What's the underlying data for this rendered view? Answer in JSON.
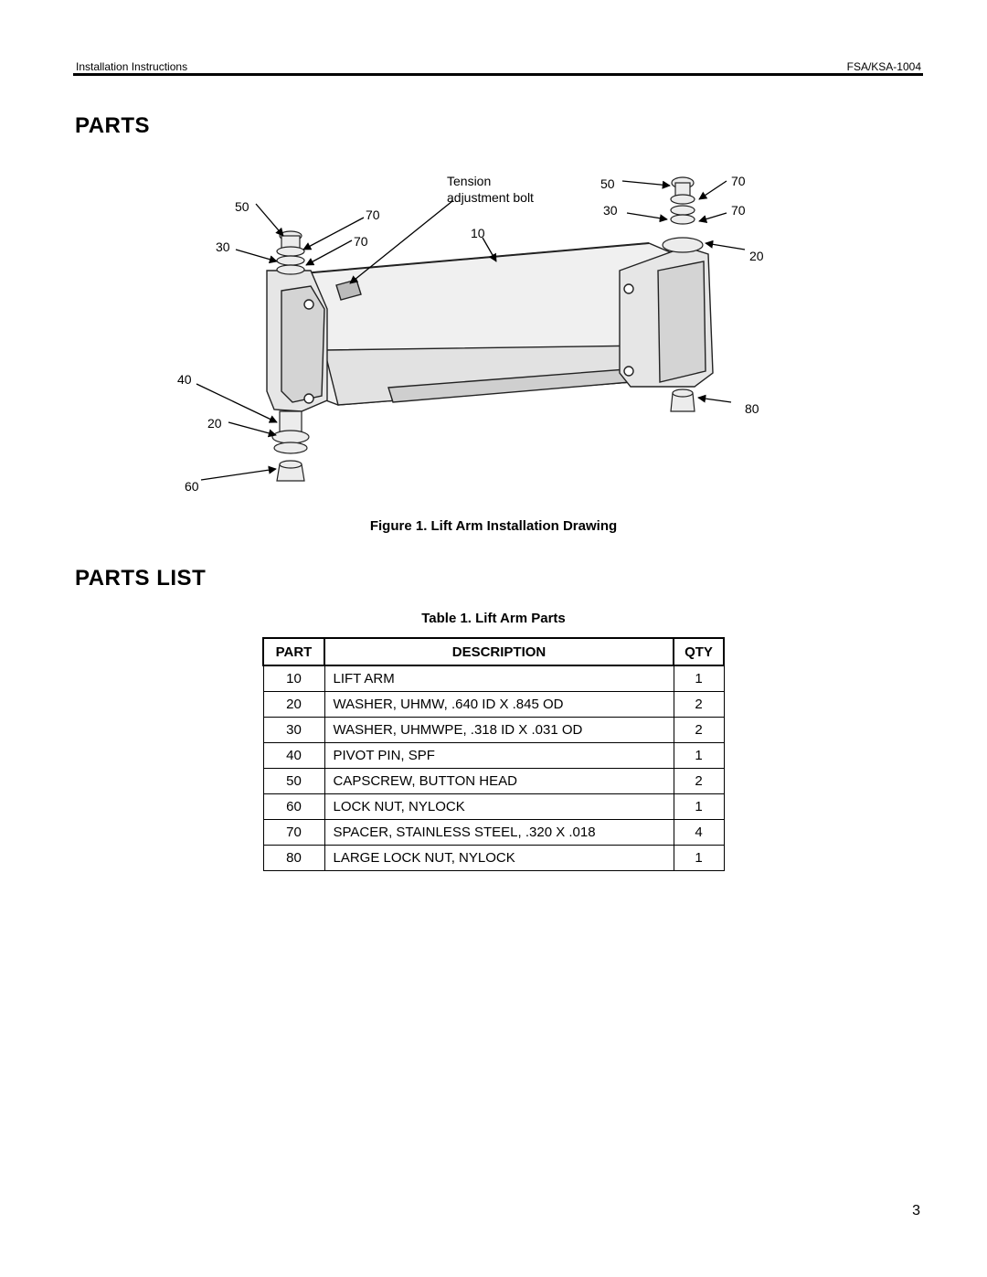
{
  "header": {
    "left": "Installation Instructions",
    "right": "FSA/KSA-1004"
  },
  "section1": {
    "title": "PARTS"
  },
  "figure": {
    "caption": "Figure 1. Lift Arm Installation Drawing",
    "callouts": {
      "tension": "Tension",
      "tension_line2": "adjustment bolt",
      "c10": "10",
      "l50": "50",
      "l70a": "70",
      "l70b": "70",
      "l30": "30",
      "l40": "40",
      "l20": "20",
      "l60": "60",
      "r50": "50",
      "r70a": "70",
      "r30": "30",
      "r70b": "70",
      "r20": "20",
      "r80": "80"
    }
  },
  "section2": {
    "title": "PARTS LIST"
  },
  "table": {
    "caption": "Table 1. Lift Arm Parts",
    "headers": {
      "part": "PART",
      "description": "DESCRIPTION",
      "qty": "QTY"
    },
    "rows": [
      {
        "part": "10",
        "description": "LIFT ARM",
        "qty": "1"
      },
      {
        "part": "20",
        "description": "WASHER, UHMW, .640 ID X .845 OD",
        "qty": "2"
      },
      {
        "part": "30",
        "description": "WASHER, UHMWPE, .318 ID X .031 OD",
        "qty": "2"
      },
      {
        "part": "40",
        "description": "PIVOT PIN, SPF",
        "qty": "1"
      },
      {
        "part": "50",
        "description": "CAPSCREW, BUTTON HEAD",
        "qty": "2"
      },
      {
        "part": "60",
        "description": "LOCK NUT, NYLOCK",
        "qty": "1"
      },
      {
        "part": "70",
        "description": "SPACER, STAINLESS STEEL, .320 X .018",
        "qty": "4"
      },
      {
        "part": "80",
        "description": "LARGE LOCK NUT, NYLOCK",
        "qty": "1"
      }
    ]
  },
  "page_number": "3"
}
